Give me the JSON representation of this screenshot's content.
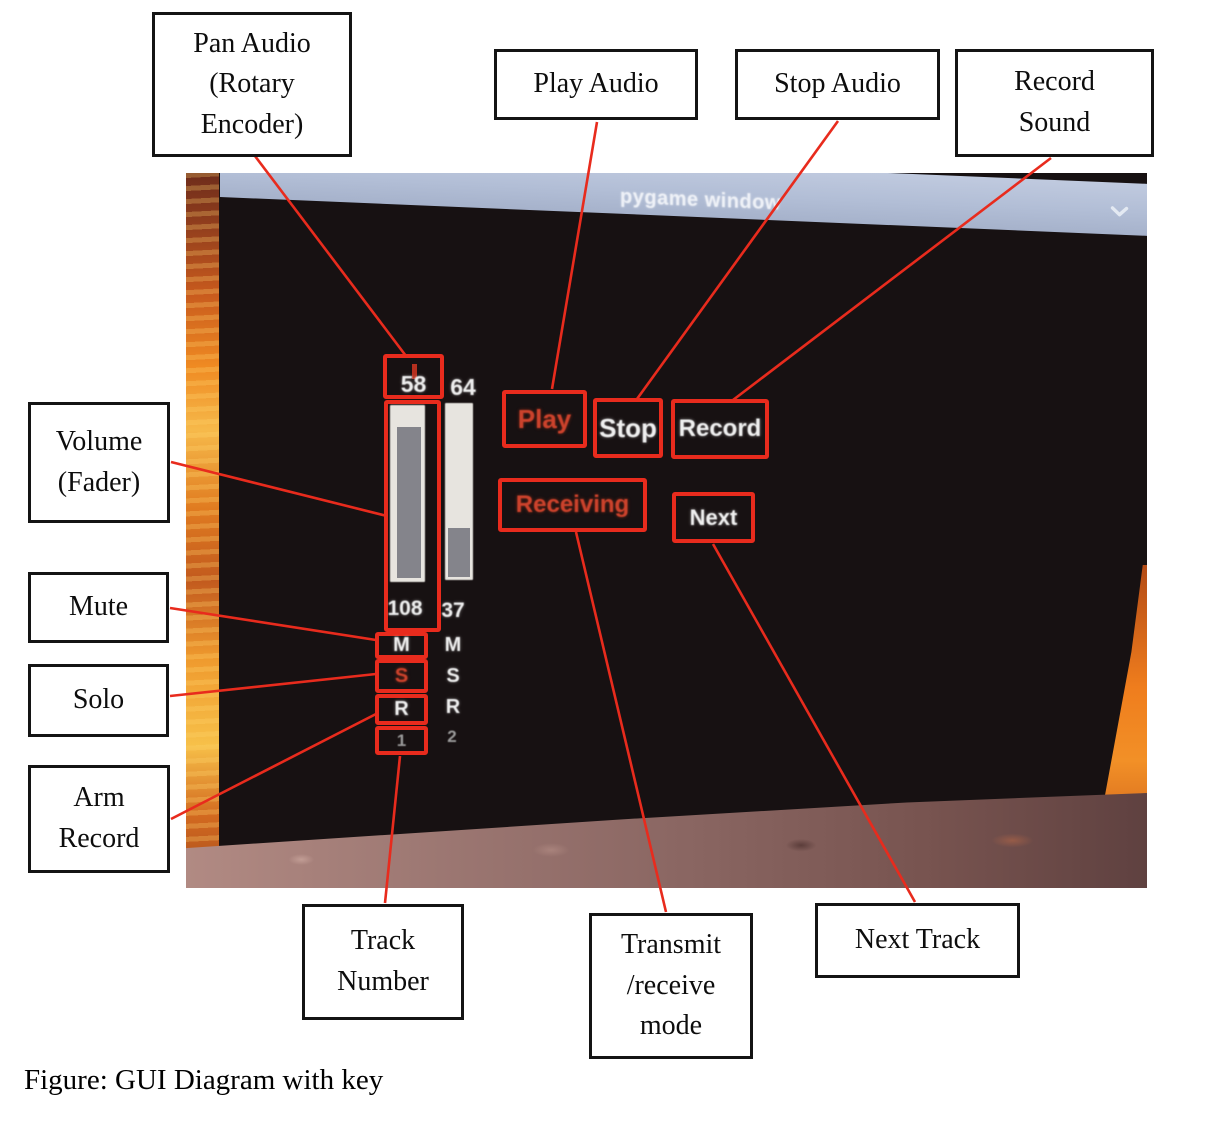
{
  "figure": {
    "caption": "Figure: GUI Diagram with key"
  },
  "colors": {
    "annotation_red": "#e82b1d",
    "titlebar": "#b2bed6",
    "screen_bg": "#171112",
    "active_text_red": "#cb422c"
  },
  "window": {
    "title": "pygame window",
    "buttons": {
      "play": "Play",
      "stop": "Stop",
      "record": "Record",
      "next": "Next"
    },
    "mode_indicator": "Receiving",
    "tracks": [
      {
        "pan": "58",
        "volume": "108",
        "mute": "M",
        "solo": "S",
        "arm": "R",
        "number": "1"
      },
      {
        "pan": "64",
        "volume": "37",
        "mute": "M",
        "solo": "S",
        "arm": "R",
        "number": "2"
      }
    ]
  },
  "callouts": {
    "pan_audio": [
      "Pan Audio",
      "(Rotary",
      "Encoder)"
    ],
    "play_audio": [
      "Play Audio"
    ],
    "stop_audio": [
      "Stop Audio"
    ],
    "record_sound": [
      "Record",
      "Sound"
    ],
    "volume": [
      "Volume",
      "(Fader)"
    ],
    "mute": [
      "Mute"
    ],
    "solo": [
      "Solo"
    ],
    "arm_record": [
      "Arm",
      "Record"
    ],
    "track_number": [
      "Track",
      "Number"
    ],
    "transmit_mode": [
      "Transmit",
      "/receive",
      "mode"
    ],
    "next_track": [
      "Next Track"
    ]
  }
}
